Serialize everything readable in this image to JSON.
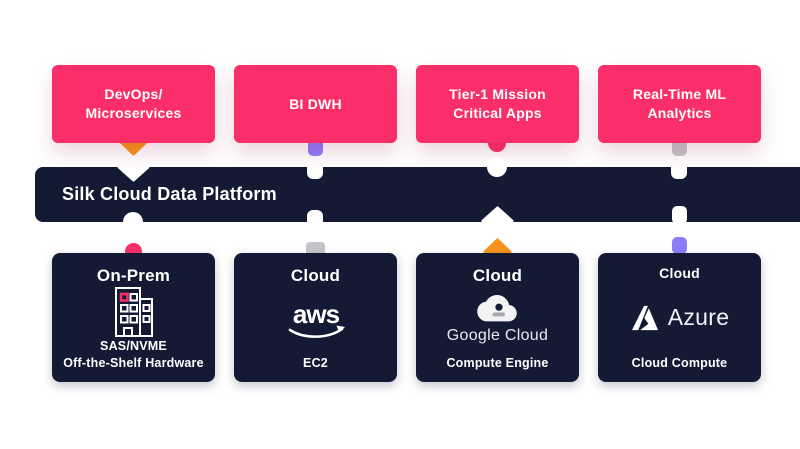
{
  "palette": {
    "pink": "#FA2E68",
    "navy": "#141A34",
    "orange": "#F7941E",
    "purple": "#8C7DFA",
    "gray": "#C4C5C9",
    "white": "#FFFFFF"
  },
  "apps": [
    {
      "line1": "DevOps/",
      "line2": "Microservices",
      "connector": {
        "shape": "triangle-down",
        "color": "orange"
      }
    },
    {
      "line1": "BI DWH",
      "line2": "",
      "connector": {
        "shape": "rounded-rect",
        "color": "purple"
      }
    },
    {
      "line1": "Tier-1 Mission",
      "line2": "Critical Apps",
      "connector": {
        "shape": "semicircle-down",
        "color": "pink"
      }
    },
    {
      "line1": "Real-Time ML",
      "line2": "Analytics",
      "connector": {
        "shape": "rounded-rect",
        "color": "gray"
      }
    }
  ],
  "platform": {
    "title": "Silk Cloud Data Platform"
  },
  "infrastructure": [
    {
      "env": "On-Prem",
      "icon": "building-icon",
      "logo_text": "",
      "caption_line1": "SAS/NVME",
      "caption_line2": "Off-the-Shelf Hardware",
      "connector": {
        "shape": "circle",
        "color": "pink"
      }
    },
    {
      "env": "Cloud",
      "icon": "aws-logo",
      "logo_text": "aws",
      "caption_line1": "EC2",
      "caption_line2": "",
      "connector": {
        "shape": "rounded-rect",
        "color": "gray"
      }
    },
    {
      "env": "Cloud",
      "icon": "google-cloud-logo",
      "logo_text": "Google Cloud",
      "caption_line1": "Compute Engine",
      "caption_line2": "",
      "connector": {
        "shape": "triangle-up",
        "color": "orange"
      }
    },
    {
      "env": "Cloud",
      "icon": "azure-logo",
      "logo_text": "Azure",
      "caption_line1": "Cloud Compute",
      "caption_line2": "",
      "connector": {
        "shape": "rounded-rect",
        "color": "purple"
      }
    }
  ]
}
